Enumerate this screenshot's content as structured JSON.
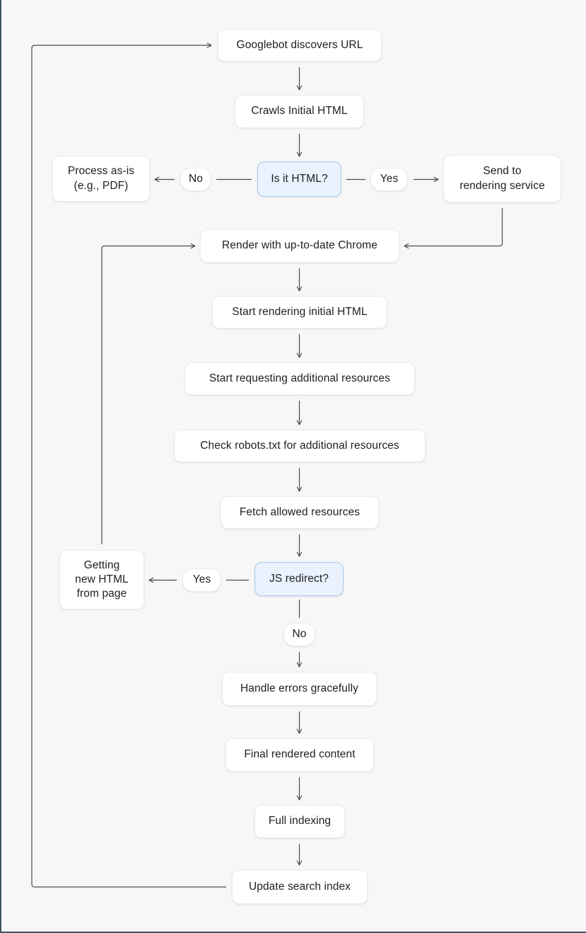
{
  "diagram": {
    "kind": "flowchart",
    "topic": "Googlebot crawling and rendering flow",
    "colors": {
      "canvas_bg": "#f7f7f8",
      "screen_edge": "#42535c",
      "node_bg": "#ffffff",
      "node_border": "#ececec",
      "decision_bg": "#e9f2fd",
      "decision_border": "#a9c9ec",
      "connector_line": "#4b4b4b",
      "text": "#202124"
    },
    "nodes": [
      {
        "id": "googlebot-discovers-url",
        "label": "Googlebot discovers URL",
        "kind": "process"
      },
      {
        "id": "crawls-initial-html",
        "label": "Crawls Initial HTML",
        "kind": "process"
      },
      {
        "id": "is-it-html",
        "label": "Is it HTML?",
        "kind": "decision"
      },
      {
        "id": "process-as-is",
        "label": "Process as-is\n(e.g., PDF)",
        "kind": "process"
      },
      {
        "id": "no-1",
        "label": "No",
        "kind": "pill"
      },
      {
        "id": "yes-1",
        "label": "Yes",
        "kind": "pill"
      },
      {
        "id": "send-to-rendering-service",
        "label": "Send to\nrendering service",
        "kind": "process"
      },
      {
        "id": "render-with-chrome",
        "label": "Render with up-to-date Chrome",
        "kind": "process"
      },
      {
        "id": "start-rendering-initial-html",
        "label": "Start rendering initial HTML",
        "kind": "process"
      },
      {
        "id": "start-requesting-additional-resources",
        "label": "Start requesting additional resources",
        "kind": "process"
      },
      {
        "id": "check-robots-txt",
        "label": "Check robots.txt for additional resources",
        "kind": "process"
      },
      {
        "id": "fetch-allowed-resources",
        "label": "Fetch allowed resources",
        "kind": "process"
      },
      {
        "id": "js-redirect",
        "label": "JS redirect?",
        "kind": "decision"
      },
      {
        "id": "yes-2",
        "label": "Yes",
        "kind": "pill"
      },
      {
        "id": "getting-new-html",
        "label": "Getting\nnew HTML\nfrom page",
        "kind": "process"
      },
      {
        "id": "no-2",
        "label": "No",
        "kind": "pill"
      },
      {
        "id": "handle-errors-gracefully",
        "label": "Handle errors gracefully",
        "kind": "process"
      },
      {
        "id": "final-rendered-content",
        "label": "Final rendered content",
        "kind": "process"
      },
      {
        "id": "full-indexing",
        "label": "Full indexing",
        "kind": "process"
      },
      {
        "id": "update-search-index",
        "label": "Update search index",
        "kind": "process"
      }
    ]
  }
}
